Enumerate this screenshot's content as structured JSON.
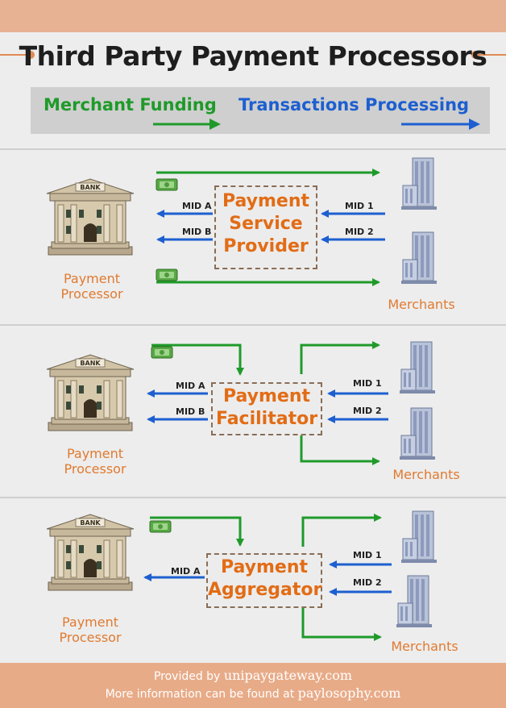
{
  "title": "Third Party Payment Processors",
  "legend": {
    "funding": "Merchant Funding",
    "transactions": "Transactions Processing"
  },
  "colors": {
    "funding": "#1f9a2a",
    "transactions": "#1d5fd0",
    "processor_label": "#e07a30",
    "box_text": "#e26c15",
    "band": "#e7b293"
  },
  "sections": [
    {
      "processor_label_line1": "Payment",
      "processor_label_line2": "Processor",
      "bank_sign": "BANK",
      "box_line1": "Payment",
      "box_line2": "Service",
      "box_line3": "Provider",
      "mids_left": [
        "MID A",
        "MID B"
      ],
      "mids_right": [
        "MID 1",
        "MID 2"
      ],
      "merchants_label": "Merchants"
    },
    {
      "processor_label_line1": "Payment",
      "processor_label_line2": "Processor",
      "bank_sign": "BANK",
      "box_line1": "Payment",
      "box_line2": "Facilitator",
      "mids_left": [
        "MID A",
        "MID B"
      ],
      "mids_right": [
        "MID 1",
        "MID 2"
      ],
      "merchants_label": "Merchants"
    },
    {
      "processor_label_line1": "Payment",
      "processor_label_line2": "Processor",
      "bank_sign": "BANK",
      "box_line1": "Payment",
      "box_line2": "Aggregator",
      "mids_left": [
        "MID A"
      ],
      "mids_right": [
        "MID 1",
        "MID 2"
      ],
      "merchants_label": "Merchants"
    }
  ],
  "footer": {
    "provided_by": "Provided by",
    "provided_host": "unipaygateway.com",
    "more_info": "More information can be found at",
    "more_host": "paylosophy.com"
  },
  "icons": [
    "bank-icon",
    "building-icon",
    "money-icon",
    "arrow-icon"
  ]
}
